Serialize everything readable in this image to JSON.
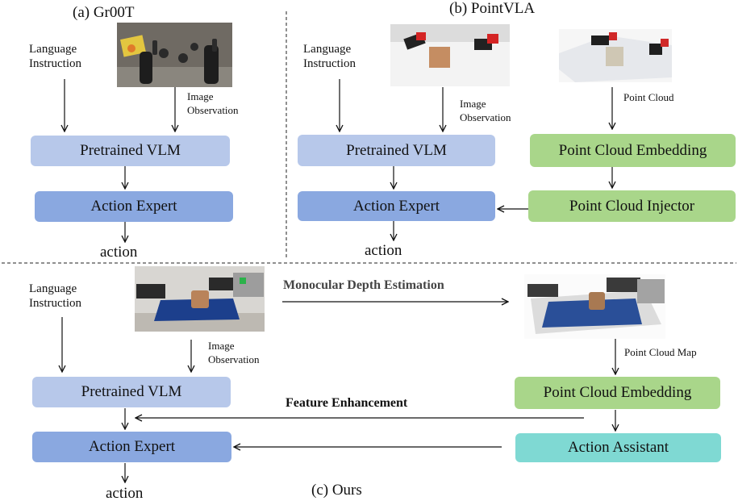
{
  "panel_a": {
    "title": "(a)  Gr00T",
    "language_instruction": "Language\nInstruction",
    "image_observation": "Image\nObservation",
    "vlm": "Pretrained VLM",
    "expert": "Action Expert",
    "action": "action"
  },
  "panel_b": {
    "title": "(b)  PointVLA",
    "language_instruction": "Language\nInstruction",
    "image_observation": "Image\nObservation",
    "point_cloud": "Point Cloud",
    "vlm": "Pretrained VLM",
    "expert": "Action Expert",
    "pc_embedding": "Point Cloud Embedding",
    "pc_injector": "Point Cloud Injector",
    "action": "action"
  },
  "panel_c": {
    "title": "(c)   Ours",
    "language_instruction": "Language\nInstruction",
    "image_observation": "Image\nObservation",
    "depth_estimation": "Monocular Depth Estimation",
    "point_cloud_map": "Point Cloud Map",
    "vlm": "Pretrained VLM",
    "expert": "Action Expert",
    "pc_embedding": "Point Cloud Embedding",
    "feature_enhancement": "Feature Enhancement",
    "action_assistant": "Action Assistant",
    "action": "action"
  },
  "colors": {
    "vlm": "#b7c8ea",
    "expert": "#8aa8e0",
    "point_cloud": "#a9d68a",
    "assistant": "#7fd9d3"
  }
}
